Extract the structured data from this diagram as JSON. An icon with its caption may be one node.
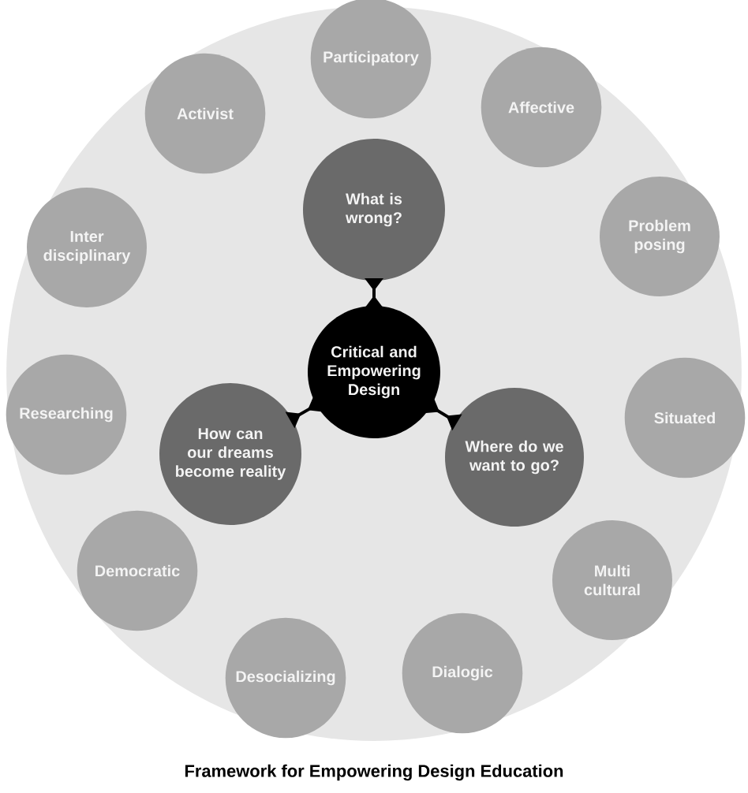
{
  "diagram": {
    "caption": "Framework for Empowering Design Education",
    "nodes": [
      {
        "text": [],
        "shape": "circle"
      },
      {
        "text": [
          "Participatory"
        ],
        "in": 0
      },
      {
        "text": [
          "Activist"
        ],
        "in": 0
      },
      {
        "text": [
          "Affective"
        ],
        "in": 0
      },
      {
        "text": [
          "What is wrong?"
        ],
        "in": 0
      },
      {
        "text": [
          "Problem posing"
        ],
        "in": 0
      },
      {
        "text": [
          "Inter disciplinary"
        ],
        "in": 0
      },
      {
        "text": [
          "Critical and Empowering Design"
        ],
        "in": 0
      },
      {
        "text": [
          "Researching"
        ],
        "in": 0
      },
      {
        "text": [
          "How can our dreams become reality"
        ],
        "in": 0
      },
      {
        "text": [
          "Where do we want to go?"
        ],
        "in": 0
      },
      {
        "text": [
          "Situated"
        ],
        "in": 0
      },
      {
        "text": [
          "Democratic"
        ],
        "in": 0
      },
      {
        "text": [
          "Multi cultural"
        ],
        "in": 0
      },
      {
        "text": [
          "Desocializing"
        ],
        "in": 0
      },
      {
        "text": [
          "Dialogic"
        ],
        "in": 0
      }
    ],
    "edges": [
      {
        "from": 7,
        "to": 4,
        "arrow": "other"
      },
      {
        "from": 7,
        "to": 10,
        "arrow": "other"
      },
      {
        "from": 7,
        "to": 9,
        "arrow": "other"
      }
    ]
  }
}
